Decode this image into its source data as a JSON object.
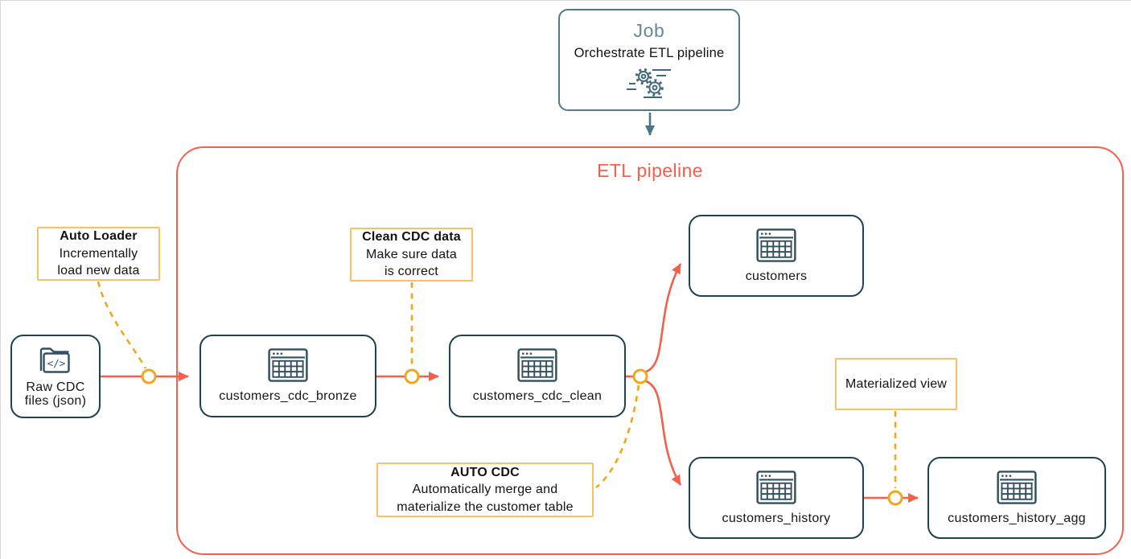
{
  "colors": {
    "pipeline_red": "#F4604C",
    "node_border": "#1C4254",
    "icon_slate": "#33505F",
    "annotation_border": "#F6C262",
    "connector_yellow": "#F2A61E",
    "job_border": "#54798C",
    "job_title_color": "#64889C",
    "text": "#161616"
  },
  "job": {
    "title": "Job",
    "subtitle": "Orchestrate ETL pipeline",
    "icon": "gears-icon"
  },
  "pipeline": {
    "title": "ETL pipeline"
  },
  "nodes": {
    "raw_cdc": {
      "lines": [
        "Raw CDC",
        "files (json)"
      ],
      "icon": "code-folder-icon"
    },
    "bronze": {
      "label": "customers_cdc_bronze",
      "icon": "table-icon"
    },
    "clean": {
      "label": "customers_cdc_clean",
      "icon": "table-icon"
    },
    "customers": {
      "label": "customers",
      "icon": "table-icon"
    },
    "history": {
      "label": "customers_history",
      "icon": "table-icon"
    },
    "history_agg": {
      "label": "customers_history_agg",
      "icon": "table-icon"
    }
  },
  "annotations": {
    "auto_loader": {
      "title": "Auto Loader",
      "lines": [
        "Incrementally",
        "load new data"
      ]
    },
    "clean_cdc": {
      "title": "Clean CDC data",
      "lines": [
        "Make sure data",
        "is correct"
      ]
    },
    "auto_cdc": {
      "title": "AUTO CDC",
      "lines": [
        "Automatically merge and",
        "materialize the customer table"
      ]
    },
    "materialized_view": {
      "title": "Materialized view"
    }
  },
  "edges": [
    {
      "from": "job",
      "to": "etl_pipeline",
      "style": "solid-slate-arrow"
    },
    {
      "from": "raw_cdc",
      "to": "bronze",
      "style": "solid-red-arrow",
      "annotation_tap": "auto_loader"
    },
    {
      "from": "bronze",
      "to": "clean",
      "style": "solid-red-arrow",
      "annotation_tap": "clean_cdc"
    },
    {
      "from": "clean",
      "to": "customers",
      "style": "solid-red-arrow",
      "annotation_tap": "auto_cdc"
    },
    {
      "from": "clean",
      "to": "history",
      "style": "solid-red-arrow",
      "annotation_tap": "auto_cdc"
    },
    {
      "from": "history",
      "to": "history_agg",
      "style": "solid-red-arrow",
      "annotation_tap": "materialized_view"
    }
  ]
}
